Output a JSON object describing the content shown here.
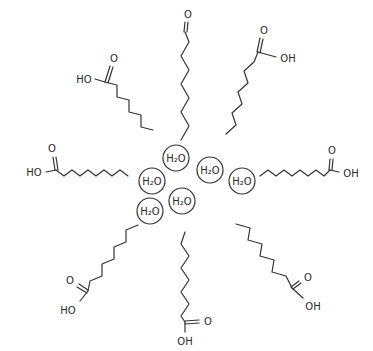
{
  "diagram": {
    "nodes": [
      {
        "text": [
          "H₂O"
        ]
      },
      {
        "text": [
          "H₂O"
        ]
      },
      {
        "text": [
          "H₂O"
        ]
      },
      {
        "text": [
          "H₂O"
        ]
      },
      {
        "text": [
          "H₂O"
        ]
      },
      {
        "text": [
          "H₂O"
        ]
      }
    ],
    "labels": [
      "O",
      "HO",
      "O",
      "O",
      "OH",
      "O",
      "HO",
      "O",
      "OH",
      "O",
      "HO",
      "O",
      "OH",
      "O",
      "OH"
    ]
  }
}
